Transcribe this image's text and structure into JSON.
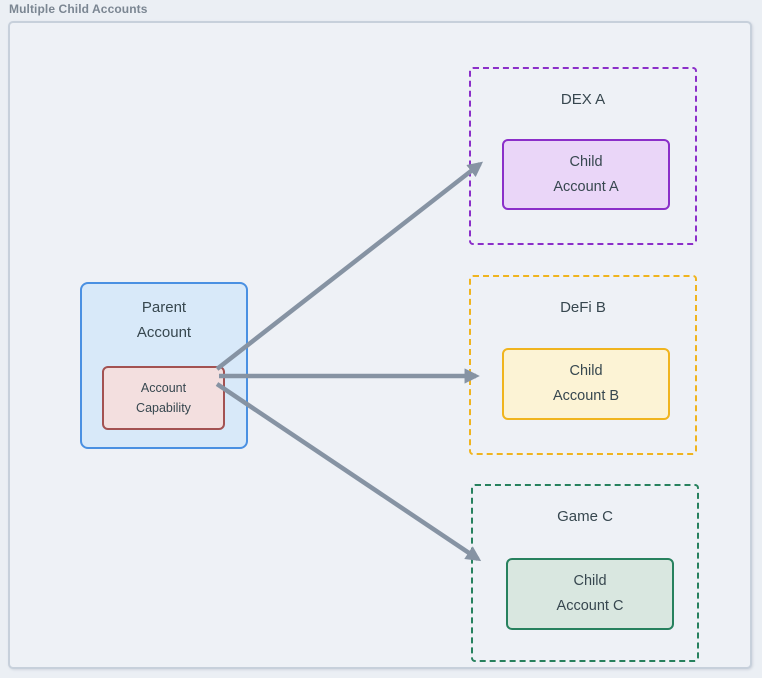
{
  "title": "Multiple Child Accounts",
  "parent": {
    "label": "Parent\nAccount",
    "fill_color": "#d8e9f9",
    "border_color": "#4a90e2",
    "capability": {
      "label": "Account\nCapability",
      "fill_color": "#f3dfdf",
      "border_color": "#a35252"
    }
  },
  "groups": [
    {
      "name": "DEX A",
      "child_label": "Child\nAccount A",
      "border_color": "#8b2fc9",
      "child_fill_color": "#ead6f8"
    },
    {
      "name": "DeFi B",
      "child_label": "Child\nAccount B",
      "border_color": "#f0b41e",
      "child_fill_color": "#fcf3d5"
    },
    {
      "name": "Game C",
      "child_label": "Child\nAccount C",
      "border_color": "#27815e",
      "child_fill_color": "#d9e7e0"
    }
  ],
  "colors": {
    "arrow": "#8693a3",
    "text": "#37474f",
    "title_text": "#7b8692",
    "container_border": "#c7d0db",
    "container_fill": "#eef1f6"
  }
}
